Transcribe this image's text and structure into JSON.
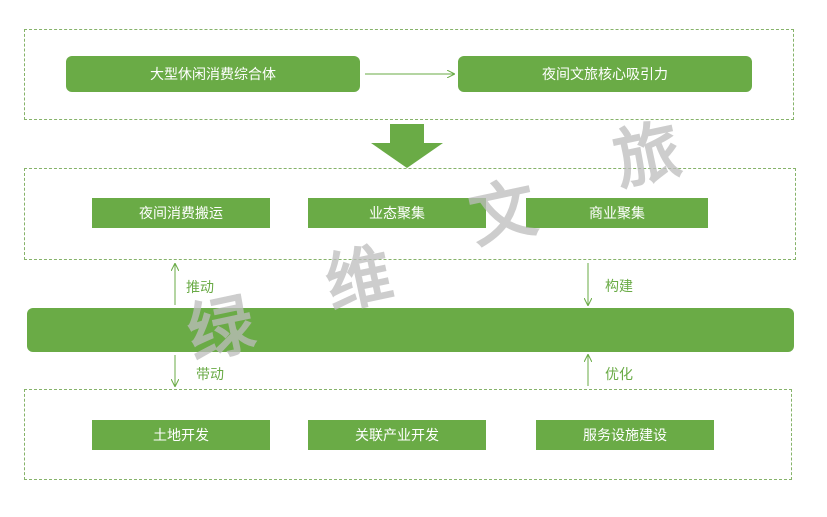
{
  "top": {
    "left_box": "大型休闲消费综合体",
    "right_box": "夜间文旅核心吸引力"
  },
  "middle": {
    "boxes": [
      "夜间消费搬运",
      "业态聚集",
      "商业聚集"
    ]
  },
  "center_bar": "",
  "bottom": {
    "boxes": [
      "土地开发",
      "关联产业开发",
      "服务设施建设"
    ]
  },
  "arrows": {
    "push": "推动",
    "drive": "带动",
    "build": "构建",
    "optimize": "优化"
  },
  "watermark": [
    "绿",
    "维",
    "文",
    "旅"
  ],
  "colors": {
    "green": "#6aab46",
    "dash": "#86b36a",
    "watermark": "#bdbdbd"
  }
}
